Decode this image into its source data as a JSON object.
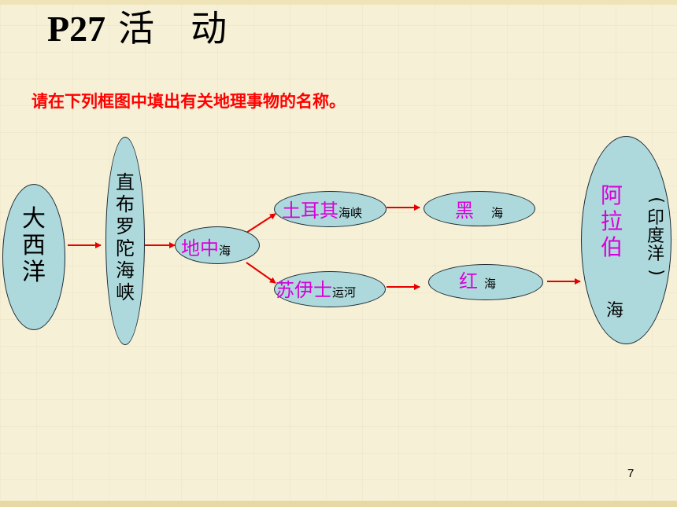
{
  "title": {
    "code": "P27",
    "word": "活　动"
  },
  "instruction": "请在下列框图中填出有关地理事物的名称。",
  "nodes": {
    "atlantic": {
      "chars": [
        "大",
        "西",
        "洋"
      ]
    },
    "gibraltar": {
      "chars": [
        "直",
        "布",
        "罗",
        "陀",
        "海",
        "峡"
      ]
    },
    "mediterranean": {
      "name": "地中",
      "suffix": "海"
    },
    "turkish": {
      "name": "土耳其",
      "suffix": "海峡"
    },
    "black": {
      "name": "黑",
      "suffix": "海"
    },
    "suez": {
      "name": "苏伊士",
      "suffix": "运河"
    },
    "red": {
      "name": "红",
      "suffix": "海"
    },
    "arabian": {
      "name_chars": [
        "阿",
        "拉",
        "伯"
      ],
      "suffix": "海",
      "note_chars": [
        "(",
        "印",
        "度",
        "洋",
        ")"
      ]
    }
  },
  "colors": {
    "answer": "#d800d8",
    "instruction": "#ff0000",
    "arrow": "#e60000",
    "node_fill": "#add9dc"
  },
  "page_number": "7"
}
